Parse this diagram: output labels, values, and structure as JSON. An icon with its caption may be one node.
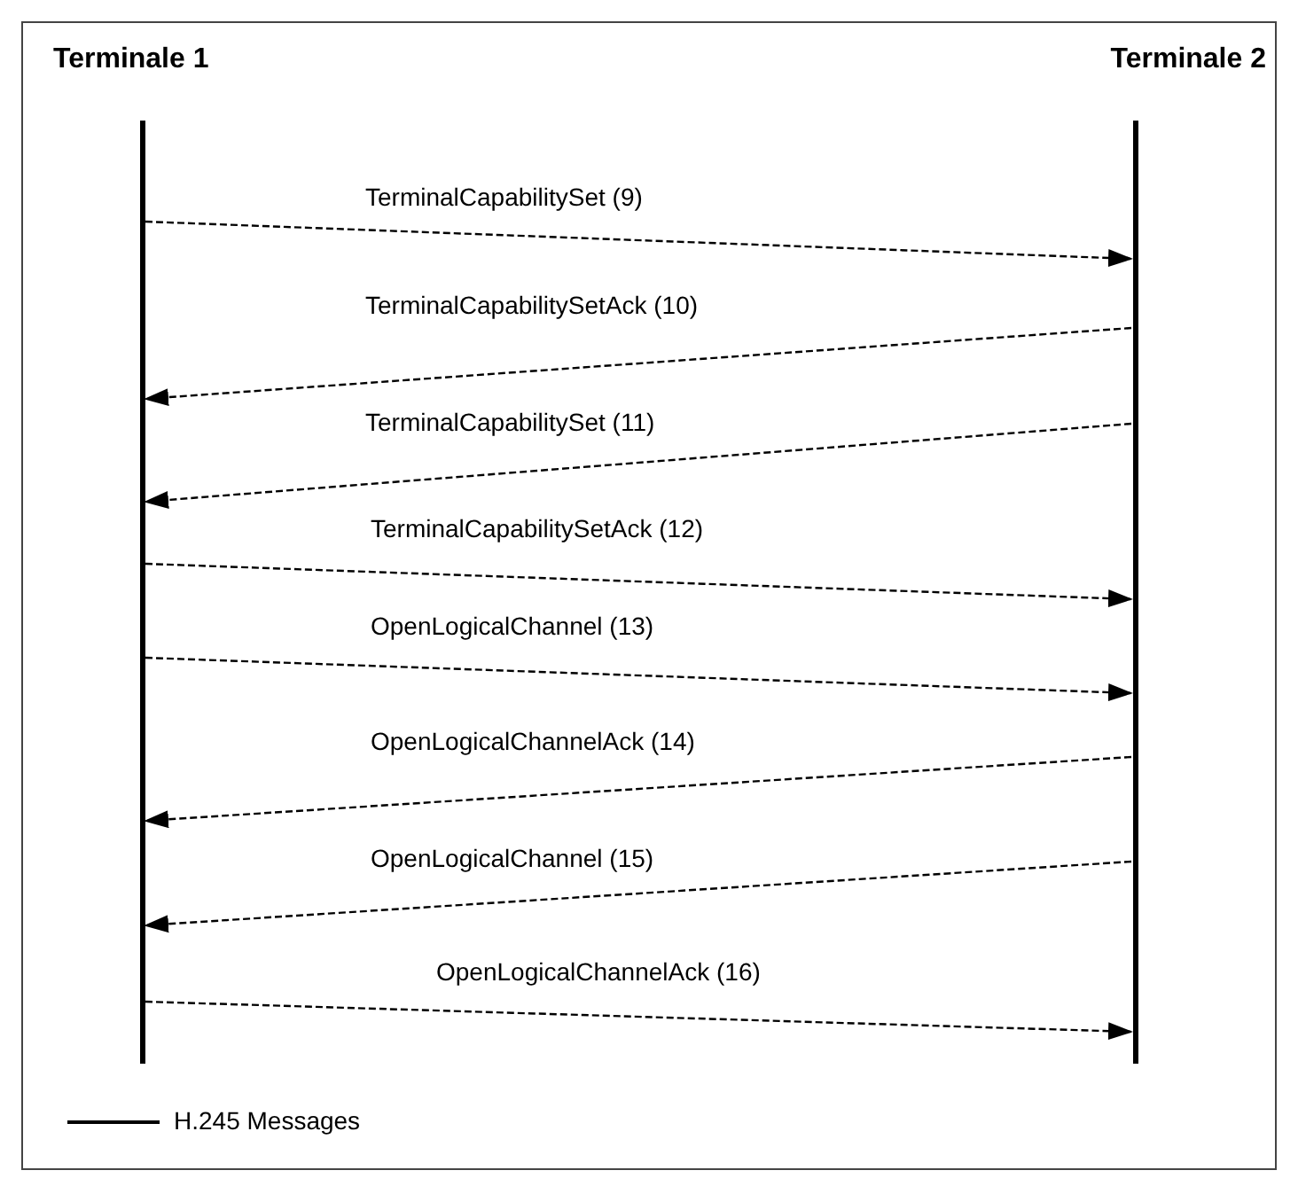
{
  "diagram": {
    "nodes": [
      {
        "text": [
          "Terminale 1"
        ]
      },
      {
        "text": [
          "Terminale 2"
        ]
      }
    ],
    "edges": [
      {
        "from": 0,
        "to": 1,
        "arrow": "to",
        "label": "TerminalCapabilitySet (9)",
        "style": "dashed"
      },
      {
        "from": 1,
        "to": 0,
        "arrow": "to",
        "label": "TerminalCapabilitySetAck (10)",
        "style": "dashed"
      },
      {
        "from": 1,
        "to": 0,
        "arrow": "to",
        "label": "TerminalCapabilitySet (11)",
        "style": "dashed"
      },
      {
        "from": 0,
        "to": 1,
        "arrow": "to",
        "label": "TerminalCapabilitySetAck (12)",
        "style": "dashed"
      },
      {
        "from": 0,
        "to": 1,
        "arrow": "to",
        "label": "OpenLogicalChannel (13)",
        "style": "dashed"
      },
      {
        "from": 1,
        "to": 0,
        "arrow": "to",
        "label": "OpenLogicalChannelAck (14)",
        "style": "dashed"
      },
      {
        "from": 1,
        "to": 0,
        "arrow": "to",
        "label": "OpenLogicalChannel (15)",
        "style": "dashed"
      },
      {
        "from": 0,
        "to": 1,
        "arrow": "to",
        "label": "OpenLogicalChannelAck (16)",
        "style": "dashed"
      }
    ],
    "legend": [
      {
        "text": "H.245 Messages"
      }
    ]
  }
}
